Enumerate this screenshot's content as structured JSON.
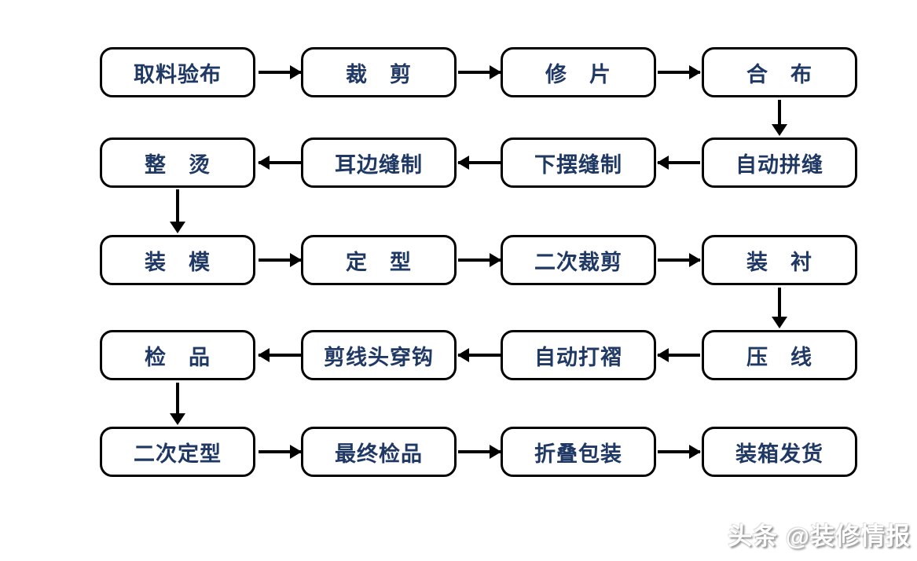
{
  "diagram": {
    "type": "flowchart",
    "rows": [
      {
        "direction": "left-to-right",
        "nodes": [
          {
            "label": "取料验布"
          },
          {
            "label": "裁　剪"
          },
          {
            "label": "修　片"
          },
          {
            "label": "合　布"
          }
        ]
      },
      {
        "direction": "right-to-left",
        "nodes": [
          {
            "label": "整　烫"
          },
          {
            "label": "耳边缝制"
          },
          {
            "label": "下摆缝制"
          },
          {
            "label": "自动拼缝"
          }
        ]
      },
      {
        "direction": "left-to-right",
        "nodes": [
          {
            "label": "装　模"
          },
          {
            "label": "定　型"
          },
          {
            "label": "二次裁剪"
          },
          {
            "label": "装　衬"
          }
        ]
      },
      {
        "direction": "right-to-left",
        "nodes": [
          {
            "label": "检　品"
          },
          {
            "label": "剪线头穿钩"
          },
          {
            "label": "自动打褶"
          },
          {
            "label": "压　线"
          }
        ]
      },
      {
        "direction": "left-to-right",
        "nodes": [
          {
            "label": "二次定型"
          },
          {
            "label": "最终检品"
          },
          {
            "label": "折叠包装"
          },
          {
            "label": "装箱发货"
          }
        ]
      }
    ],
    "process_order": [
      "取料验布",
      "裁剪",
      "修片",
      "合布",
      "自动拼缝",
      "下摆缝制",
      "耳边缝制",
      "整烫",
      "装模",
      "定型",
      "二次裁剪",
      "装衬",
      "压线",
      "自动打褶",
      "剪线头穿钩",
      "检品",
      "二次定型",
      "最终检品",
      "折叠包装",
      "装箱发货"
    ],
    "colors": {
      "node_text": "#1f3864",
      "node_border": "#000000",
      "node_fill": "#ffffff",
      "arrow": "#000000",
      "background": "#ffffff"
    }
  },
  "watermark": {
    "text": "头条 @装修情报"
  }
}
